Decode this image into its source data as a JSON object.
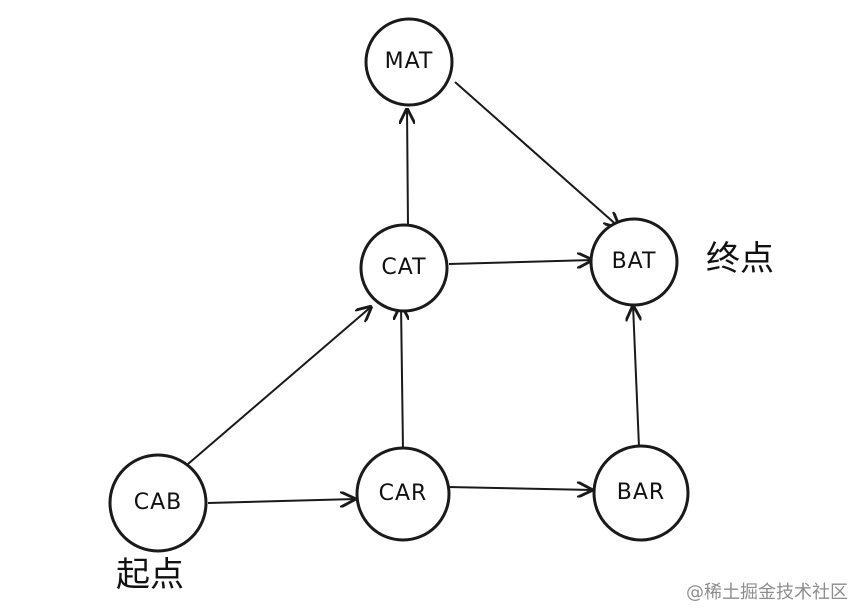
{
  "diagram": {
    "nodes": {
      "mat": "MAT",
      "cat": "CAT",
      "bat": "BAT",
      "cab": "CAB",
      "car": "CAR",
      "bar": "BAR"
    },
    "labels": {
      "start": "起点",
      "end": "终点"
    },
    "edges": [
      [
        "CAB",
        "CAT"
      ],
      [
        "CAB",
        "CAR"
      ],
      [
        "CAR",
        "CAT"
      ],
      [
        "CAR",
        "BAR"
      ],
      [
        "CAT",
        "MAT"
      ],
      [
        "CAT",
        "BAT"
      ],
      [
        "MAT",
        "BAT"
      ],
      [
        "BAR",
        "BAT"
      ]
    ]
  },
  "watermark": "@稀土掘金技术社区"
}
